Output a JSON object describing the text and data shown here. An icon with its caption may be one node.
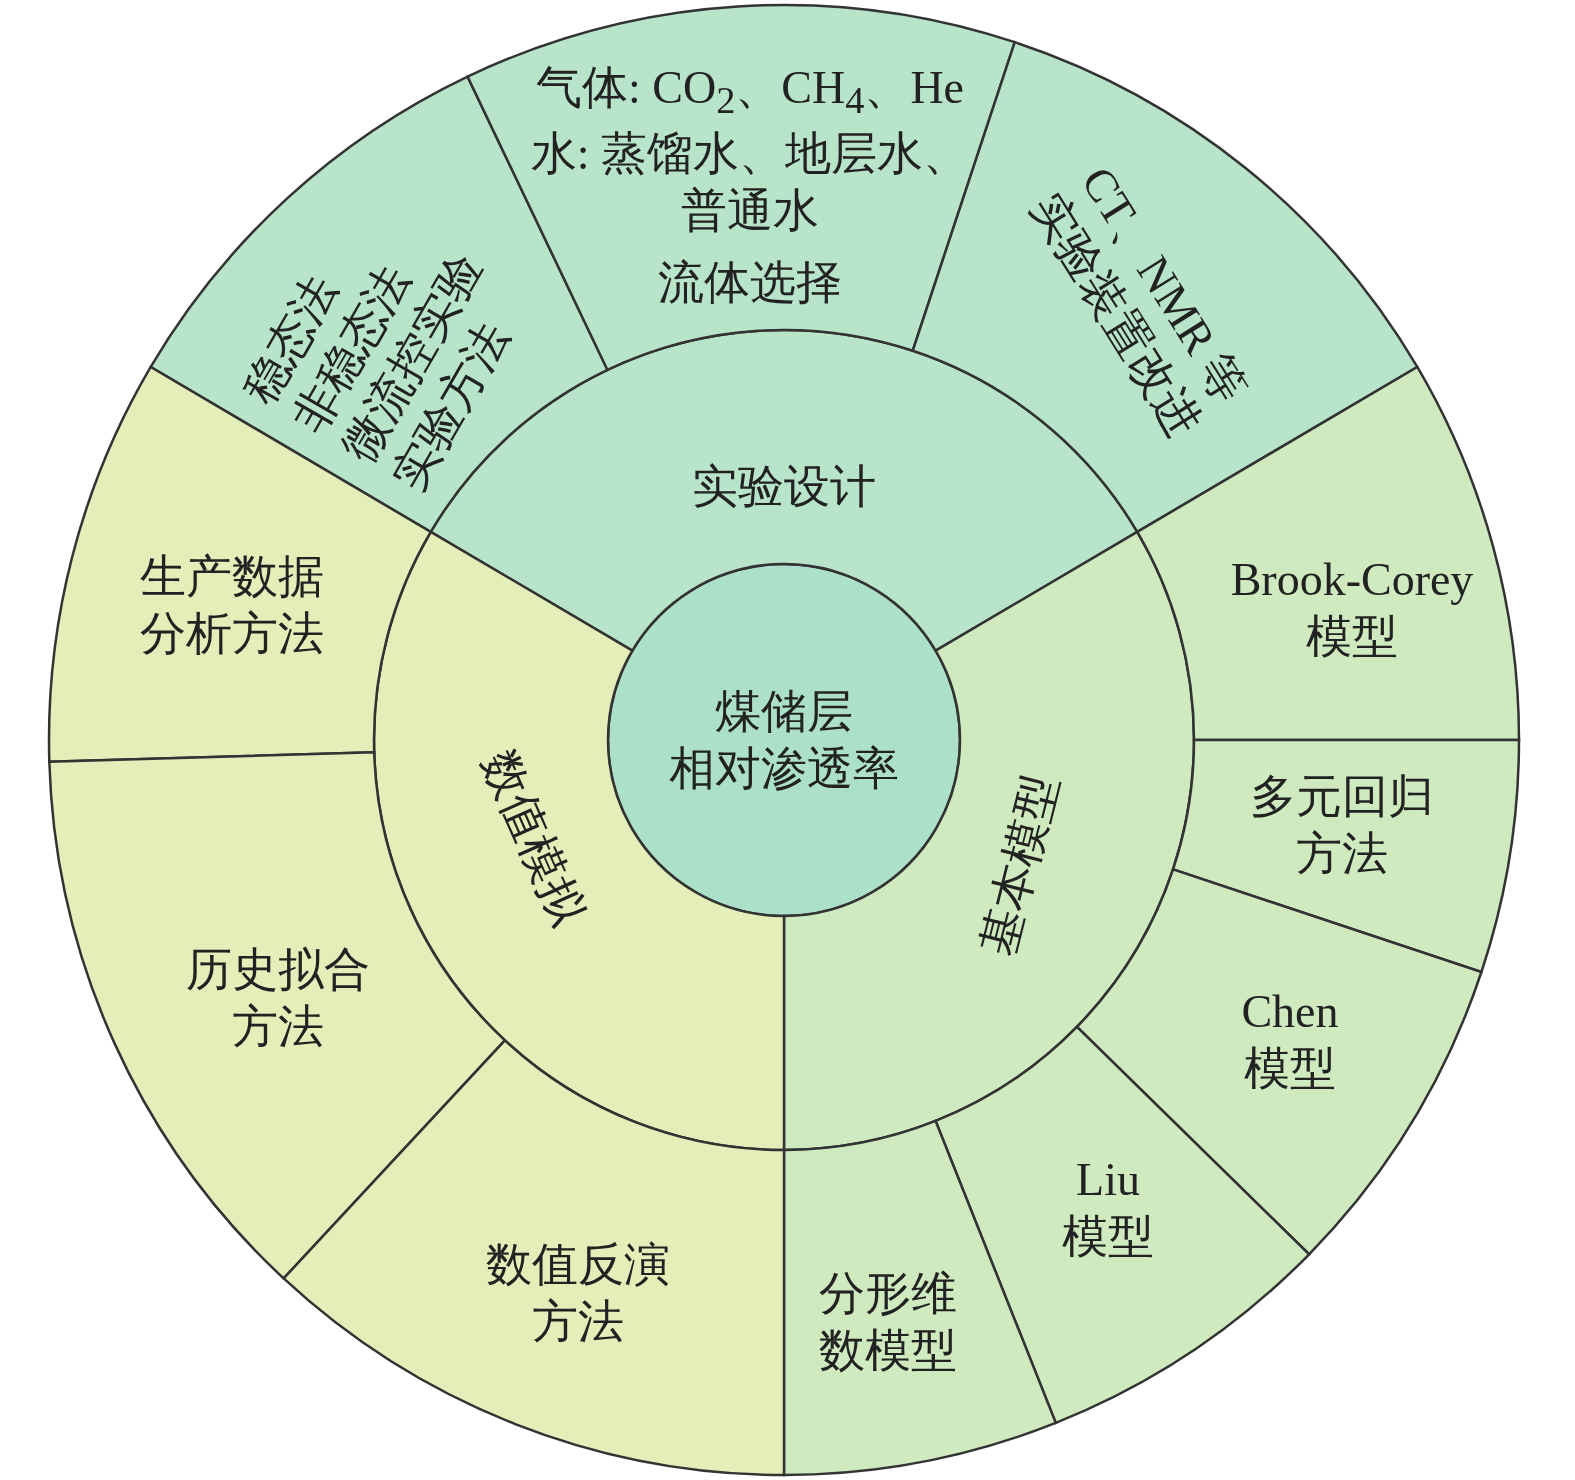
{
  "diagram": {
    "nodes": [
      {
        "text": [
          "煤储层",
          "相对渗透率"
        ]
      },
      {
        "text": [
          "实验设计"
        ]
      },
      {
        "text": [
          "基本模型"
        ]
      },
      {
        "text": [
          "数值模拟"
        ]
      },
      {
        "text": [
          "稳态法",
          "非稳态法",
          "微流控实验",
          "实验方法"
        ]
      },
      {
        "text": [
          "气体: CO$_{2}$、CH$_{4}$、He",
          "水: 蒸馏水、地层水、普通水",
          "流体选择"
        ]
      },
      {
        "text": [
          "CT、NMR 等",
          "实验装置改进"
        ]
      },
      {
        "text": [
          "Brook-Corey 模型"
        ]
      },
      {
        "text": [
          "多元回归方法"
        ]
      },
      {
        "text": [
          "Chen 模型"
        ]
      },
      {
        "text": [
          "Liu 模型"
        ]
      },
      {
        "text": [
          "分形维数模型"
        ]
      },
      {
        "text": [
          "生产数据分析方法"
        ]
      },
      {
        "text": [
          "历史拟合方法"
        ]
      },
      {
        "text": [
          "数值反演方法"
        ]
      }
    ]
  }
}
